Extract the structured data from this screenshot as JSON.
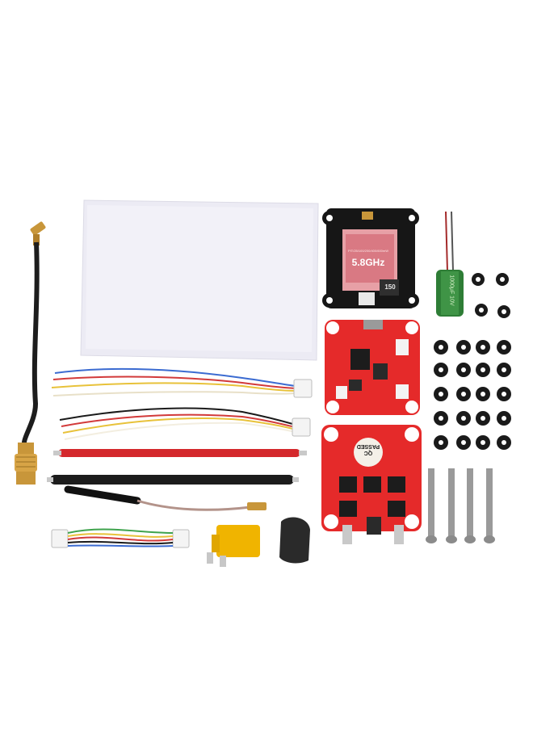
{
  "vtx": {
    "frequency": "5.8GHz",
    "power_text": "PIT/25/100/200/400/600mW",
    "inductor_code": "150"
  },
  "capacitor": {
    "label_text": "1000μF 10V"
  },
  "esc": {
    "qc_line1": "QC",
    "qc_line2": "PASSED"
  },
  "colors": {
    "pcb_red": "#e52a2a",
    "antenna_gold": "#c8963a",
    "protective_film": "#ecebf4"
  }
}
